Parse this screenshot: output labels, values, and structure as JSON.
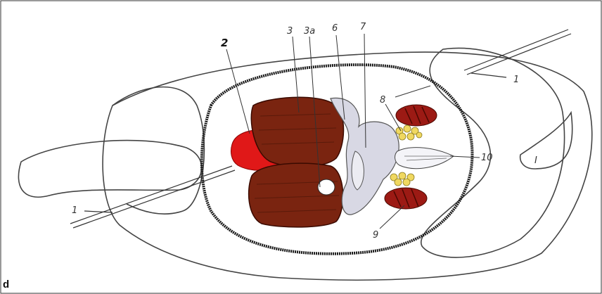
{
  "panel_letter": "d",
  "labels": {
    "l1_top": "1",
    "l1_bottom": "1",
    "l2": "2",
    "l3": "3",
    "l3a": "3a",
    "l6": "6",
    "l7": "7",
    "l8": "8",
    "l9": "9",
    "l10": "10"
  },
  "colors": {
    "liver": "#7a2410",
    "liver_stripe": "#5a1a0a",
    "heart": "#e01818",
    "gut": "#d8d8e4",
    "kidney": "#9c1a14",
    "fat": "#f0d860",
    "outline": "#222222"
  }
}
